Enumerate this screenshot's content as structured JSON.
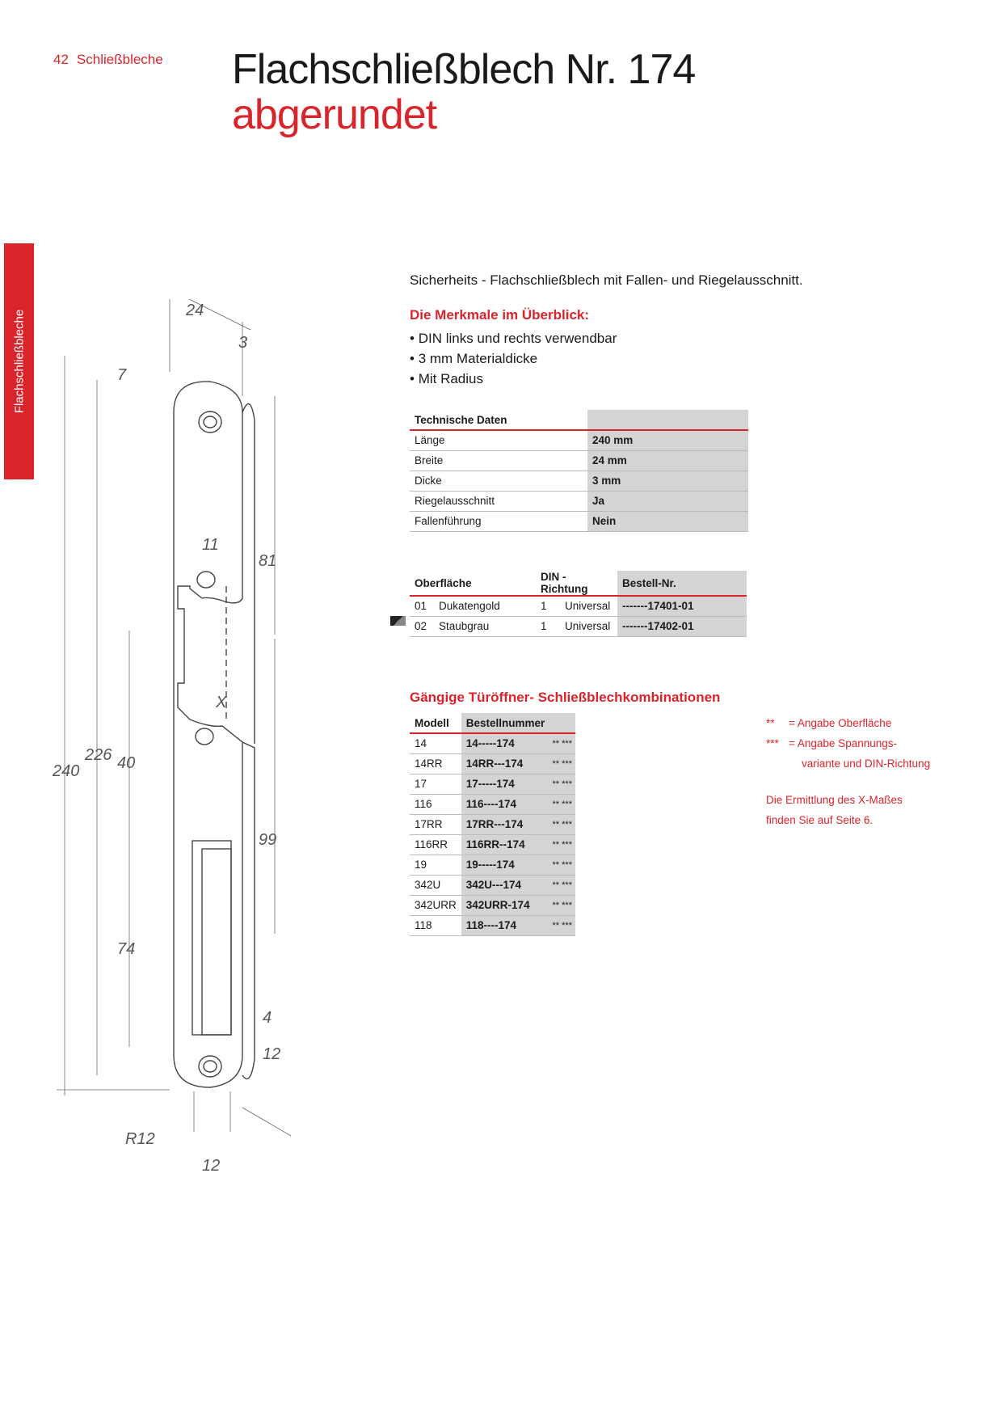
{
  "header": {
    "page_number": "42",
    "section": "Schließbleche"
  },
  "title": {
    "line1": "Flachschließblech Nr. 174",
    "line2": "abgerundet"
  },
  "side_tab": "Flachschließbleche",
  "intro": "Sicherheits - Flachschließblech mit Fallen- und Riegelausschnitt.",
  "features": {
    "title": "Die Merkmale im Überblick:",
    "items": [
      "DIN links und rechts verwendbar",
      "3 mm Materialdicke",
      "Mit Radius"
    ]
  },
  "tech": {
    "header": "Technische Daten",
    "rows": [
      {
        "label": "Länge",
        "value": "240 mm"
      },
      {
        "label": "Breite",
        "value": "24 mm"
      },
      {
        "label": "Dicke",
        "value": "3 mm"
      },
      {
        "label": "Riegelausschnitt",
        "value": "Ja"
      },
      {
        "label": "Fallenführung",
        "value": "Nein"
      }
    ]
  },
  "surface": {
    "headers": [
      "Oberfläche",
      "DIN - Richtung",
      "Bestell-Nr."
    ],
    "rows": [
      {
        "code": "01",
        "name": "Dukatengold",
        "din_num": "1",
        "din": "Universal",
        "order": "-------17401-01"
      },
      {
        "code": "02",
        "name": "Staubgrau",
        "din_num": "1",
        "din": "Universal",
        "order": "-------17402-01"
      }
    ]
  },
  "combos": {
    "title": "Gängige Türöffner- Schließblechkombinationen",
    "headers": [
      "Modell",
      "Bestellnummer"
    ],
    "stars": "** ***",
    "rows": [
      {
        "model": "14",
        "order": "14-----174"
      },
      {
        "model": "14RR",
        "order": "14RR---174"
      },
      {
        "model": "17",
        "order": "17-----174"
      },
      {
        "model": "116",
        "order": "116----174"
      },
      {
        "model": "17RR",
        "order": "17RR---174"
      },
      {
        "model": "116RR",
        "order": "116RR--174"
      },
      {
        "model": "19",
        "order": "19-----174"
      },
      {
        "model": "342U",
        "order": "342U---174"
      },
      {
        "model": "342URR",
        "order": "342URR-174"
      },
      {
        "model": "118",
        "order": "118----174"
      }
    ]
  },
  "notes": {
    "n1_key": "**",
    "n1_text": "= Angabe Oberfläche",
    "n2_key": "***",
    "n2_text": "= Angabe Spannungs-",
    "n2_cont": "variante und DIN-Richtung",
    "x_line1": "Die Ermittlung des X-Maßes",
    "x_line2": "finden Sie auf Seite 6."
  },
  "dimensions": {
    "d24": "24",
    "d3": "3",
    "d7": "7",
    "d11": "11",
    "d81": "81",
    "dX": "X",
    "d240": "240",
    "d226": "226",
    "d40": "40",
    "d99": "99",
    "d74": "74",
    "d4": "4",
    "d12a": "12",
    "dR12": "R12",
    "d12b": "12"
  }
}
